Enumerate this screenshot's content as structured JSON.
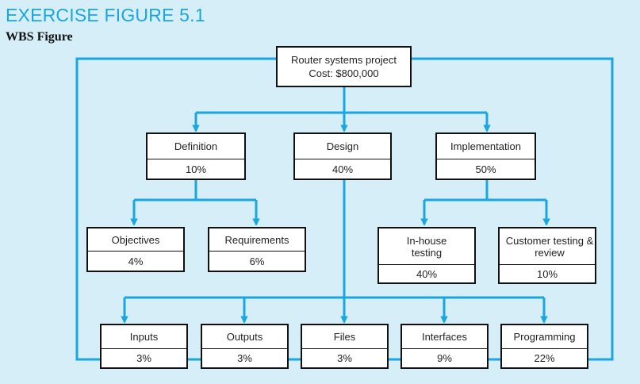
{
  "figure": {
    "title": "EXERCISE FIGURE 5.1",
    "subtitle": "WBS Figure"
  },
  "root": {
    "name": "Router systems project",
    "cost": "Cost: $800,000"
  },
  "level1": {
    "definition": {
      "name": "Definition",
      "pct": "10%"
    },
    "design": {
      "name": "Design",
      "pct": "40%"
    },
    "implementation": {
      "name": "Implementation",
      "pct": "50%"
    }
  },
  "level2": {
    "objectives": {
      "name": "Objectives",
      "pct": "4%"
    },
    "requirements": {
      "name": "Requirements",
      "pct": "6%"
    },
    "inhouse": {
      "name": "In-house testing",
      "pct": "40%"
    },
    "customer": {
      "name": "Customer testing & review",
      "pct": "10%"
    }
  },
  "level3": {
    "inputs": {
      "name": "Inputs",
      "pct": "3%"
    },
    "outputs": {
      "name": "Outputs",
      "pct": "3%"
    },
    "files": {
      "name": "Files",
      "pct": "3%"
    },
    "interfaces": {
      "name": "Interfaces",
      "pct": "9%"
    },
    "programming": {
      "name": "Programming",
      "pct": "22%"
    }
  },
  "colors": {
    "connector": "#1aa6e0",
    "background": "#d6eef8",
    "box_border": "#111111"
  }
}
